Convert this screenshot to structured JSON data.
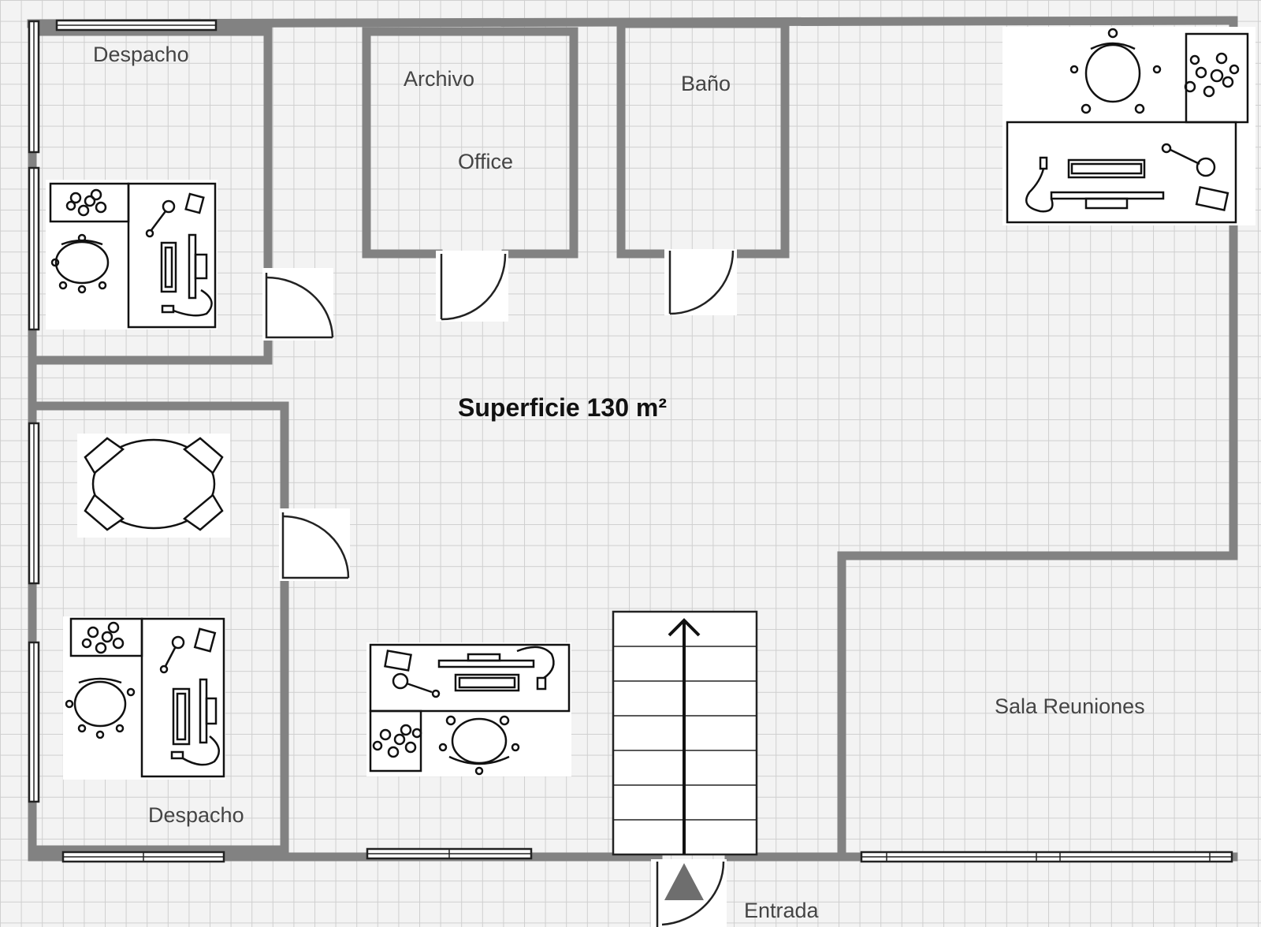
{
  "title": "Superficie 130 m²",
  "rooms": {
    "despacho_top": "Despacho",
    "archivo": "Archivo",
    "office": "Office",
    "bano": "Baño",
    "despacho_bottom": "Despacho",
    "sala_reuniones": "Sala Reuniones",
    "entrada": "Entrada"
  },
  "colors": {
    "background": "#f3f3f3",
    "grid": "#d2d2d2",
    "walls": "#828282",
    "ink": "#111111"
  },
  "icons": {
    "stairs": "up-arrow-icon",
    "entrance": "triangle-icon"
  }
}
